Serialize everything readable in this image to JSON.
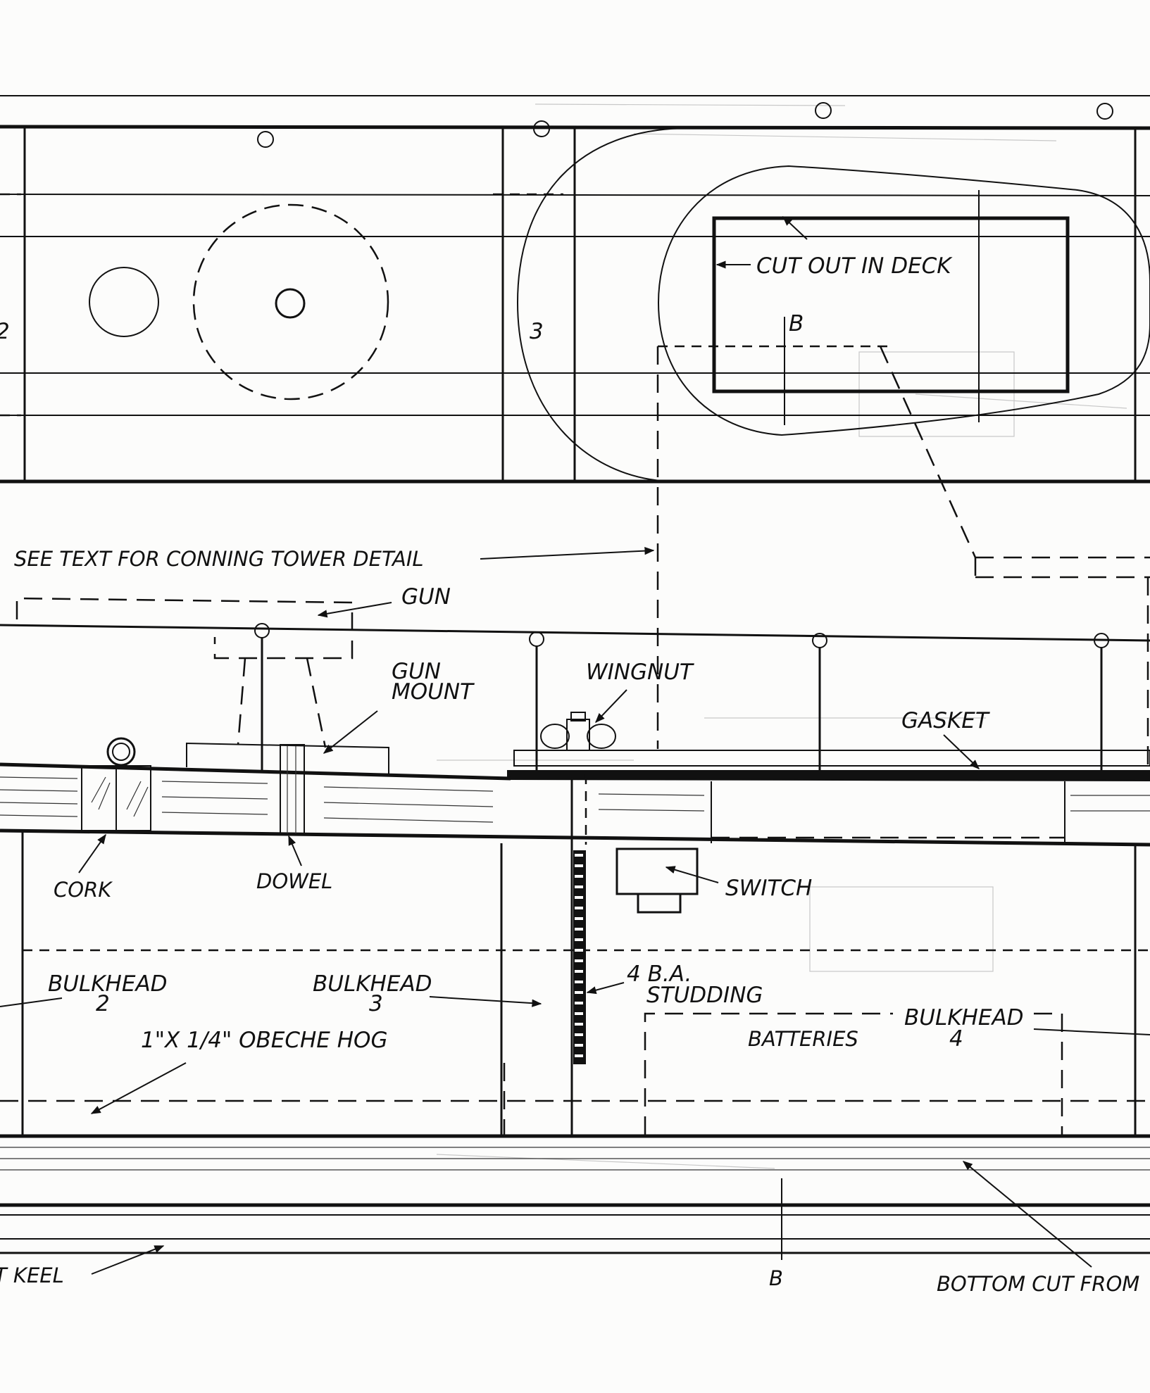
{
  "labels": {
    "cut_out_in_deck": "CUT OUT IN DECK",
    "section_b_top": "B",
    "frame_3": "3",
    "frame_2": "2",
    "see_text": "SEE TEXT FOR CONNING TOWER DETAIL",
    "gun": "GUN",
    "gun_mount_1": "GUN",
    "gun_mount_2": "MOUNT",
    "wingnut": "WINGNUT",
    "gasket": "GASKET",
    "cork": "CORK",
    "dowel": "DOWEL",
    "switch": "SWITCH",
    "bulkhead_2_a": "BULKHEAD",
    "bulkhead_2_b": "2",
    "bulkhead_3_a": "BULKHEAD",
    "bulkhead_3_b": "3",
    "studding_a": "4 B.A.",
    "studding_b": "STUDDING",
    "bulkhead_4_a": "BULKHEAD",
    "bulkhead_4_b": "4",
    "batteries": "BATTERIES",
    "obeche_hog": "1\"X 1/4\" OBECHE HOG",
    "keel": "T KEEL",
    "section_b_bottom": "B",
    "bottom_cut": "BOTTOM CUT FROM"
  }
}
